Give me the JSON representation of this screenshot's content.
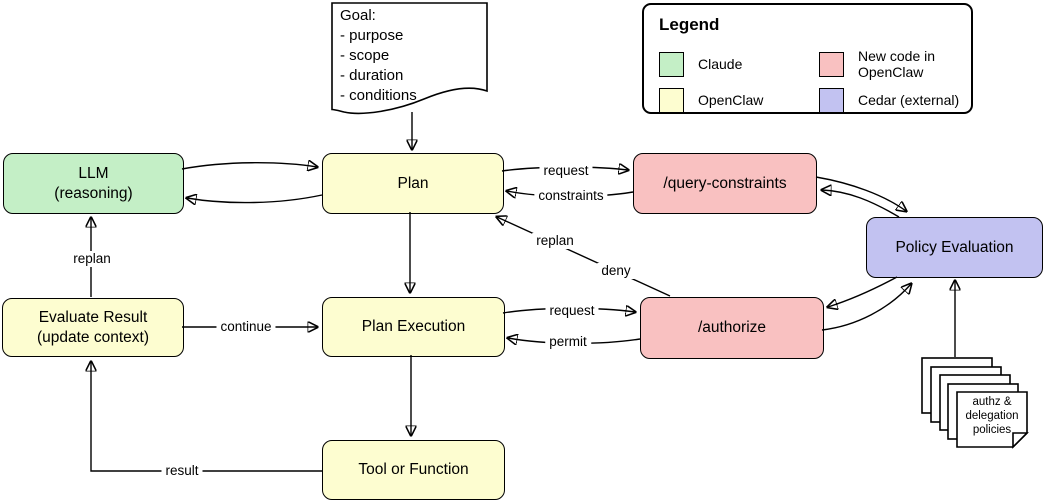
{
  "goal_note": {
    "text": "Goal:\n- purpose\n- scope\n- duration\n- conditions"
  },
  "legend": {
    "title": "Legend",
    "entries": [
      {
        "label": "Claude",
        "color": "#c4efc6"
      },
      {
        "label": "New code in OpenClaw",
        "color": "#f9c1c1"
      },
      {
        "label": "OpenClaw",
        "color": "#fdfdd0"
      },
      {
        "label": "Cedar (external)",
        "color": "#c2c2f1"
      }
    ]
  },
  "nodes": {
    "llm": {
      "label": "LLM\n(reasoning)",
      "color": "#c4efc6"
    },
    "plan": {
      "label": "Plan",
      "color": "#fdfdd0"
    },
    "query_constraints": {
      "label": "/query-constraints",
      "color": "#f9c1c1"
    },
    "policy_evaluation": {
      "label": "Policy Evaluation",
      "color": "#c2c2f1"
    },
    "evaluate_result": {
      "label": "Evaluate Result\n(update context)",
      "color": "#fdfdd0"
    },
    "plan_execution": {
      "label": "Plan Execution",
      "color": "#fdfdd0"
    },
    "authorize": {
      "label": "/authorize",
      "color": "#f9c1c1"
    },
    "tool_or_function": {
      "label": "Tool or Function",
      "color": "#fdfdd0"
    }
  },
  "edge_labels": {
    "request_plan": "request",
    "constraints": "constraints",
    "replan_up": "replan",
    "replan_diag": "replan",
    "deny": "deny",
    "continue": "continue",
    "request_exec": "request",
    "permit": "permit",
    "result": "result"
  },
  "policies_note": {
    "text": "authz &\ndelegation\npolicies"
  }
}
